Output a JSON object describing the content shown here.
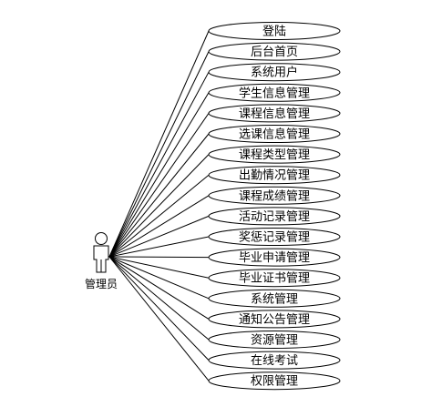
{
  "actor": {
    "label": "管理员"
  },
  "use_cases": [
    "登陆",
    "后台首页",
    "系统用户",
    "学生信息管理",
    "课程信息管理",
    "选课信息管理",
    "课程类型管理",
    "出勤情况管理",
    "课程成绩管理",
    "活动记录管理",
    "奖惩记录管理",
    "毕业申请管理",
    "毕业证书管理",
    "系统管理",
    "通知公告管理",
    "资源管理",
    "在线考试",
    "权限管理"
  ]
}
